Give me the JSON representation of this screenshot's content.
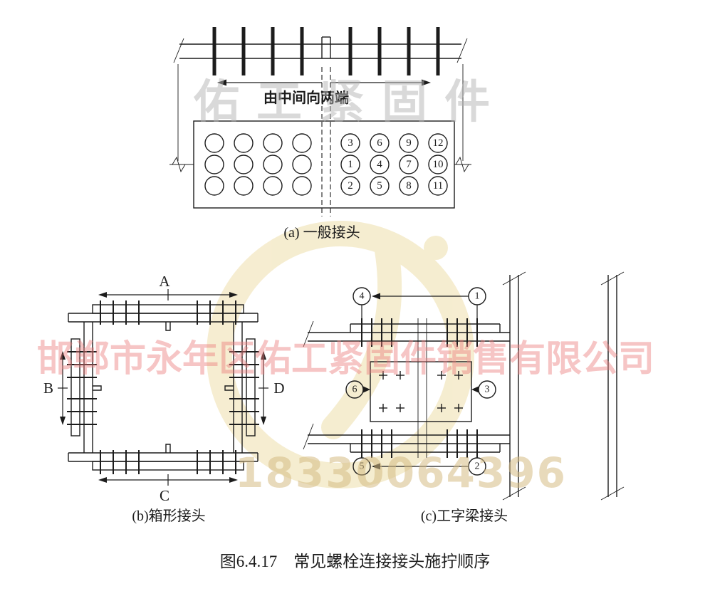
{
  "caption": "图6.4.17　常见螺栓连接接头施拧顺序",
  "watermarks": {
    "brand": "佑工紧固件",
    "company": "邯郸市永年区佑工紧固件销售有限公司",
    "phone": "18330064396"
  },
  "colors": {
    "ink": "#1c1c1c",
    "wm-gray": "#b5b5b5",
    "wm-pink": "#ec7f7f",
    "wm-tan": "#d6bc85",
    "wm-logo": "#eedfab"
  },
  "panel_a": {
    "label": "(a) 一般接头",
    "direction_note": "由中间向两端",
    "bolt_rows": [
      [
        "3",
        "6",
        "9",
        "12"
      ],
      [
        "1",
        "4",
        "7",
        "10"
      ],
      [
        "2",
        "5",
        "8",
        "11"
      ]
    ]
  },
  "panel_b": {
    "label": "(b)箱形接头",
    "labels": {
      "top": "A",
      "left": "B",
      "bottom": "C",
      "right": "D"
    }
  },
  "panel_c": {
    "label": "(c)工字梁接头",
    "callouts": {
      "top_left": "4",
      "top_right": "1",
      "mid_left": "6",
      "mid_right": "3",
      "bottom_left": "5",
      "bottom_right": "2"
    }
  }
}
